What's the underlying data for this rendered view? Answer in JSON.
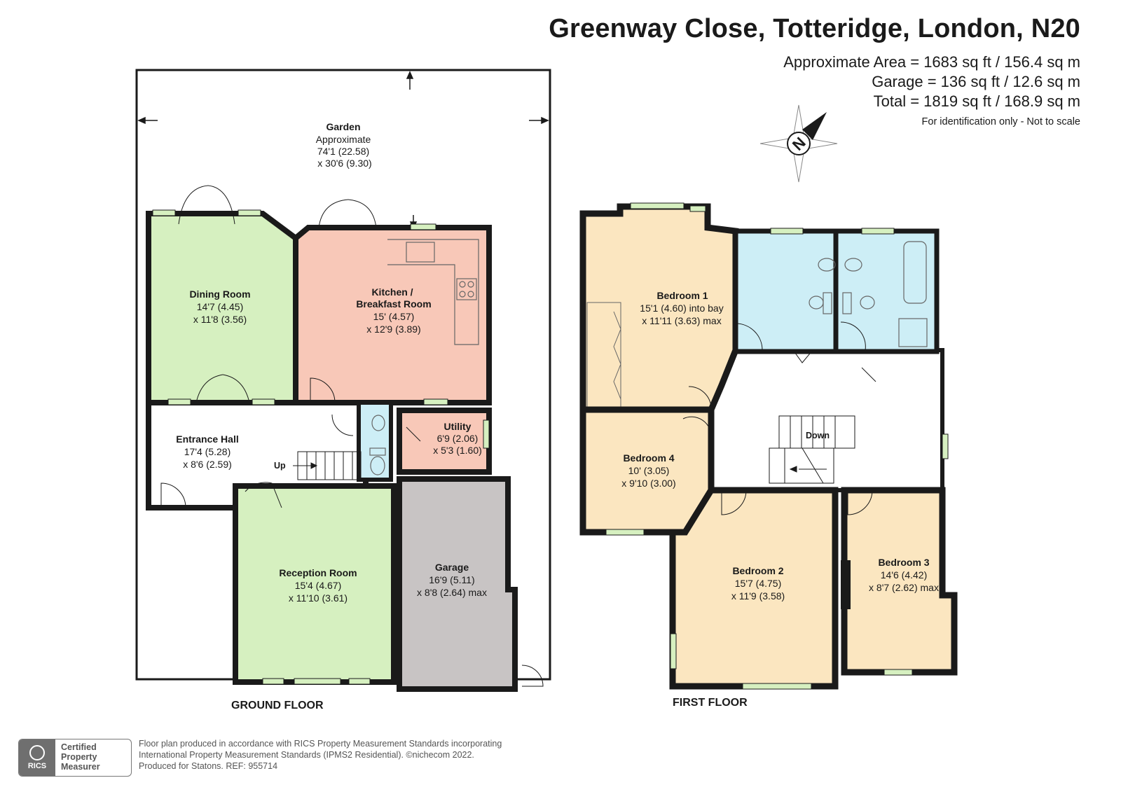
{
  "header": {
    "title": "Greenway Close, Totteridge, London, N20",
    "area_lines": [
      "Approximate Area = 1683 sq ft / 156.4 sq m",
      "Garage = 136 sq ft / 12.6 sq m",
      "Total = 1819 sq ft / 168.9 sq m"
    ],
    "note": "For identification only - Not to scale"
  },
  "compass": {
    "letter": "N",
    "icon": "compass-icon"
  },
  "floors": {
    "ground": {
      "label": "GROUND FLOOR",
      "rooms": {
        "garden": {
          "name": "Garden",
          "lines": [
            "Approximate",
            "74'1 (22.58)",
            "x 30'6 (9.30)"
          ]
        },
        "dining": {
          "name": "Dining Room",
          "lines": [
            "14'7 (4.45)",
            "x 11'8 (3.56)"
          ]
        },
        "kitchen": {
          "name": "Kitchen /",
          "name2": "Breakfast Room",
          "lines": [
            "15' (4.57)",
            "x 12'9 (3.89)"
          ]
        },
        "hall": {
          "name": "Entrance Hall",
          "lines": [
            "17'4 (5.28)",
            "x 8'6 (2.59)"
          ]
        },
        "utility": {
          "name": "Utility",
          "lines": [
            "6'9 (2.06)",
            "x 5'3 (1.60)"
          ]
        },
        "reception": {
          "name": "Reception Room",
          "lines": [
            "15'4 (4.67)",
            "x 11'10 (3.61)"
          ]
        },
        "garage": {
          "name": "Garage",
          "lines": [
            "16'9 (5.11)",
            "x 8'8 (2.64) max"
          ]
        }
      },
      "stairs_label": "Up"
    },
    "first": {
      "label": "FIRST FLOOR",
      "rooms": {
        "bed1": {
          "name": "Bedroom 1",
          "lines": [
            "15'1 (4.60) into bay",
            "x 11'11 (3.63) max"
          ]
        },
        "bed4": {
          "name": "Bedroom 4",
          "lines": [
            "10' (3.05)",
            "x 9'10 (3.00)"
          ]
        },
        "bed2": {
          "name": "Bedroom 2",
          "lines": [
            "15'7 (4.75)",
            "x 11'9 (3.58)"
          ]
        },
        "bed3": {
          "name": "Bedroom 3",
          "lines": [
            "14'6 (4.42)",
            "x 8'7 (2.62) max"
          ]
        }
      },
      "stairs_label": "Down"
    }
  },
  "colors": {
    "wall": "#1a1a1a",
    "dining": "#d6f0c0",
    "kitchen": "#f8c8b8",
    "reception": "#d6f0c0",
    "utility": "#f8c8b8",
    "garage": "#c8c4c4",
    "bathroom": "#cdeef6",
    "bedroom": "#fbe6c0",
    "window": "#d6f0c0"
  },
  "footer": {
    "lines": [
      "Floor plan produced in accordance with RICS Property Measurement Standards incorporating",
      "International Property Measurement Standards (IPMS2 Residential).   ©nichecom 2022.",
      "Produced for Statons.    REF: 955714"
    ],
    "badge": {
      "org": "RICS",
      "line1": "Certified",
      "line2": "Property",
      "line3": "Measurer"
    }
  }
}
